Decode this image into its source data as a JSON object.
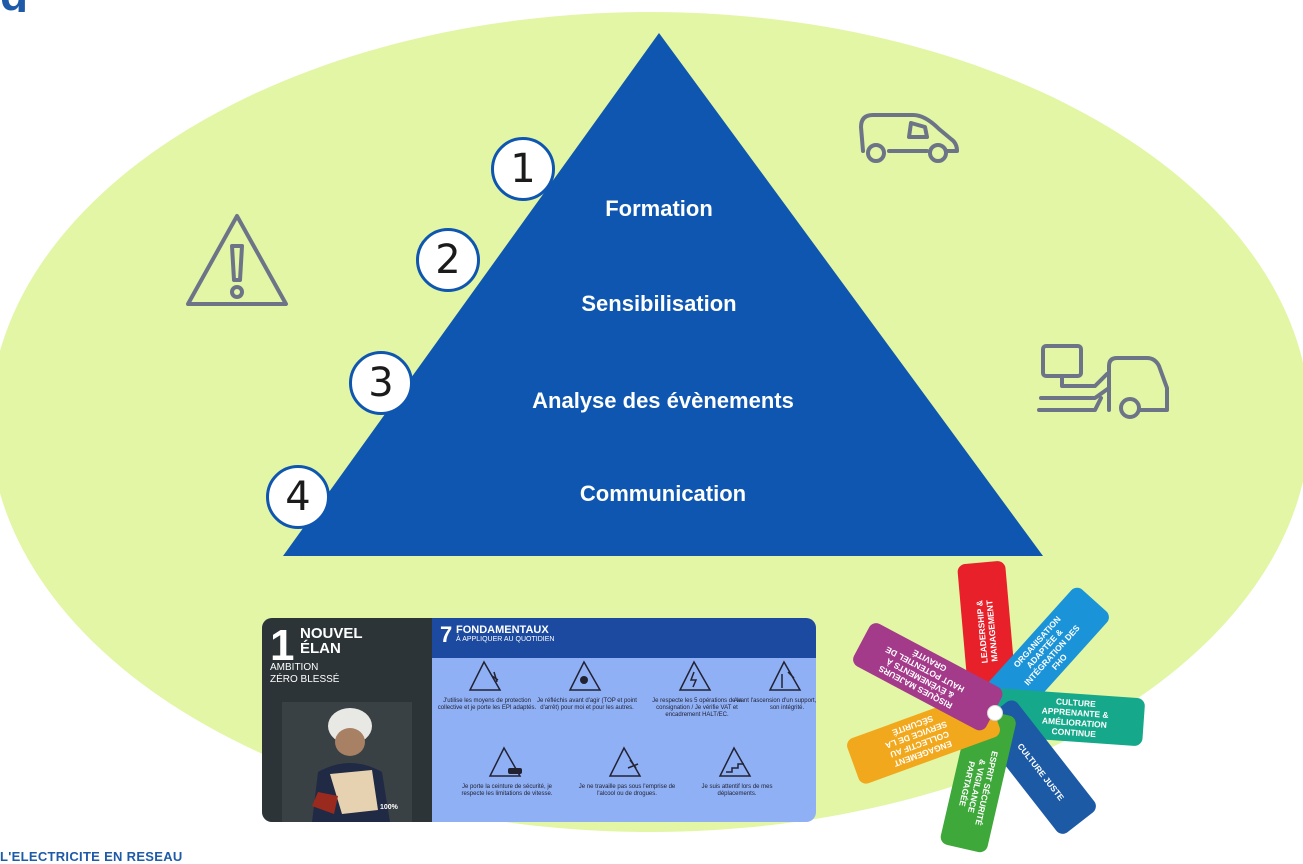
{
  "title_fragment": "g",
  "pyramid": {
    "color": "#0e56b0",
    "levels": [
      {
        "number": "1",
        "label": "Formation"
      },
      {
        "number": "2",
        "label": "Sensibilisation"
      },
      {
        "number": "3",
        "label": "Analyse des évènements"
      },
      {
        "number": "4",
        "label": "Communication"
      }
    ]
  },
  "icons": [
    "warning-icon",
    "van-icon",
    "truck-crane-icon"
  ],
  "poster": {
    "left": {
      "number": "1",
      "line1": "NOUVEL",
      "line2": "ÉLAN",
      "line3": "AMBITION",
      "line4": "ZÉRO BLESSÉ",
      "badge": "100%"
    },
    "header_number": "7",
    "header_title": "FONDAMENTAUX",
    "header_subtitle": "À APPLIQUER AU QUOTIDIEN",
    "items": [
      "J'utilise les moyens de protection collective et je porte les EPI adaptés.",
      "Je réfléchis avant d'agir (TOP et point d'arrêt) pour moi et pour les autres.",
      "Je respecte les 5 opérations de la consignation / Je vérifie VAT et encadrement HALT/EC.",
      "Avant l'ascension d'un support, je vérifie son intégrité.",
      "Je porte la ceinture de sécurité, je respecte les limitations de vitesse.",
      "Je ne travaille pas sous l'emprise de l'alcool ou de drogues.",
      "Je suis attentif lors de mes déplacements."
    ]
  },
  "pinwheel": [
    {
      "label": "LEADERSHIP & MANAGEMENT",
      "color": "#e8202a"
    },
    {
      "label": "ORGANISATION ADAPTÉE & INTÉGRATION DES FHO",
      "color": "#1b93d8"
    },
    {
      "label": "CULTURE APPRENANTE & AMÉLIORATION CONTINUE",
      "color": "#16a88a"
    },
    {
      "label": "CULTURE JUSTE",
      "color": "#1c5aa6"
    },
    {
      "label": "ESPRIT SÉCURITÉ & VIGILANCE PARTAGÉE",
      "color": "#3ea83a"
    },
    {
      "label": "ENGAGEMENT COLLECTIF AU SERVICE DE LA SÉCURITÉ",
      "color": "#f2a81c"
    },
    {
      "label": "RISQUES MAJEURS & ÉVÈNEMENTS À HAUT POTENTIEL DE GRAVITÉ",
      "color": "#a43a8a"
    }
  ],
  "footer": "L'ELECTRICITE EN RESEAU"
}
